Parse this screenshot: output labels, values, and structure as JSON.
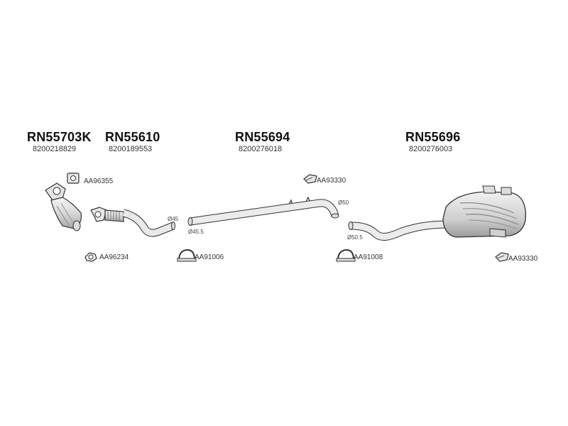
{
  "parts": [
    {
      "code": "RN55703K",
      "oem": "8200218829"
    },
    {
      "code": "RN55610",
      "oem": "8200189553"
    },
    {
      "code": "RN55694",
      "oem": "8200276018"
    },
    {
      "code": "RN55696",
      "oem": "8200276003"
    }
  ],
  "accessories": {
    "gasket_top": "AA96355",
    "gasket_ring": "AA96234",
    "clamp_1": "AA91006",
    "clamp_2": "AA91008",
    "bracket_1": "AA93330",
    "bracket_2": "AA93330"
  },
  "diameters": {
    "d1": "Ø45",
    "d2": "Ø45.5",
    "d3": "Ø50",
    "d4": "Ø50.5"
  }
}
